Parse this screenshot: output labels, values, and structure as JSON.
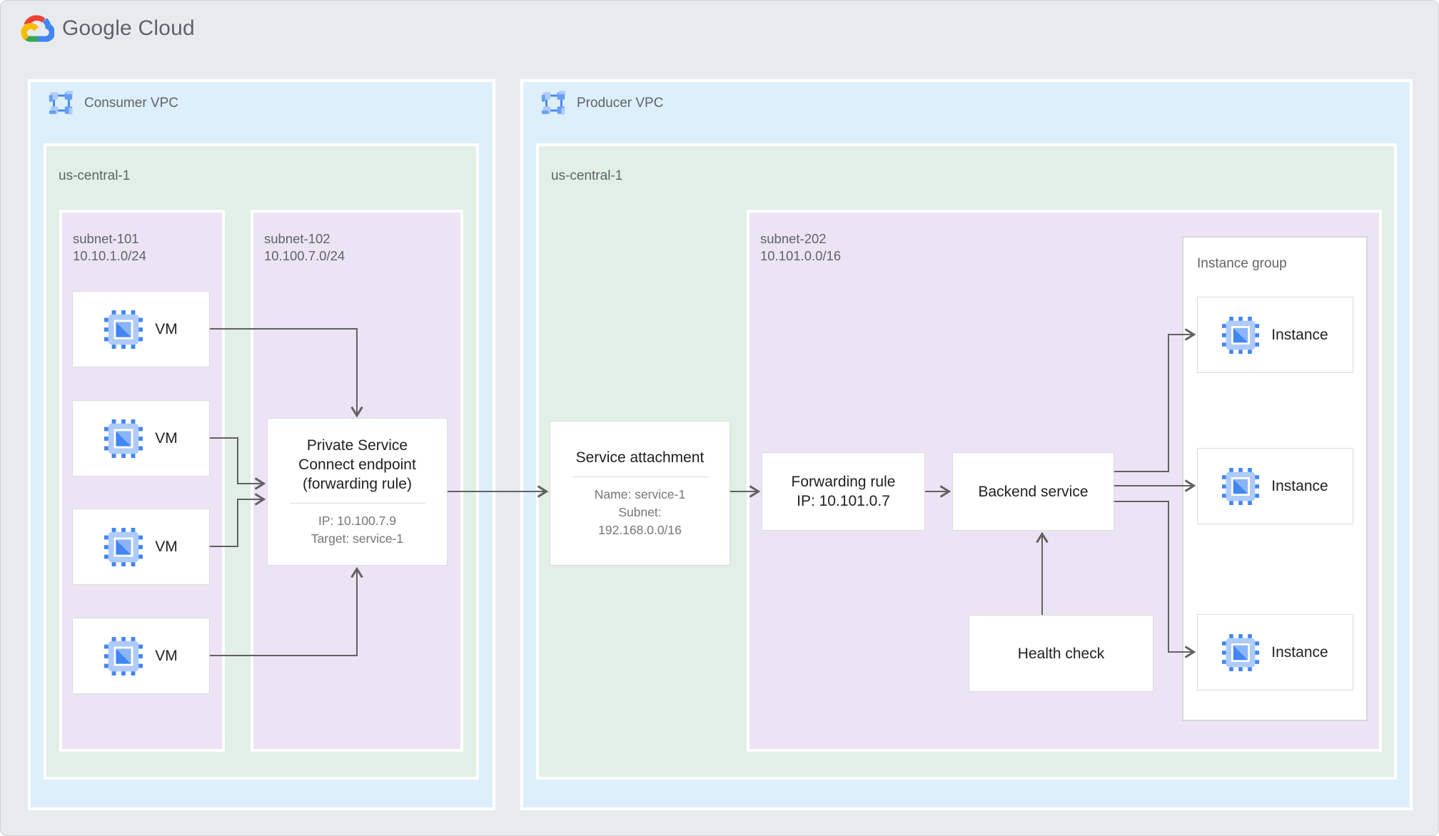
{
  "header": {
    "logo_text": "Google Cloud"
  },
  "colors": {
    "page_bg": "#e8ebee",
    "vpc_bg": "#ddeffa",
    "region_bg": "#e1efe6",
    "subnet_bg": "#ece4f5",
    "card_border": "#dadce0",
    "arrow": "#616161",
    "title_text": "#202124",
    "label_text": "#5f6368",
    "google_blue": "#4285f4",
    "google_red": "#ea4335",
    "google_yellow": "#fbbc05",
    "google_green": "#34a853",
    "icon_light_blue": "#aecbfa",
    "icon_mid_blue": "#669df6"
  },
  "consumer_vpc": {
    "label": "Consumer VPC",
    "region": {
      "label": "us-central-1",
      "subnet101": {
        "name": "subnet-101",
        "cidr": "10.10.1.0/24",
        "vms": [
          {
            "label": "VM"
          },
          {
            "label": "VM"
          },
          {
            "label": "VM"
          },
          {
            "label": "VM"
          }
        ]
      },
      "subnet102": {
        "name": "subnet-102",
        "cidr": "10.100.7.0/24",
        "psc_endpoint": {
          "title": "Private Service Connect endpoint (forwarding rule)",
          "ip": "IP: 10.100.7.9",
          "target": "Target: service-1"
        }
      }
    }
  },
  "producer_vpc": {
    "label": "Producer VPC",
    "region": {
      "label": "us-central-1",
      "service_attachment": {
        "title": "Service attachment",
        "name": "Name: service-1",
        "subnet_line1": "Subnet:",
        "subnet_line2": "192.168.0.0/16"
      },
      "subnet202": {
        "name": "subnet-202",
        "cidr": "10.101.0.0/16",
        "forwarding_rule": {
          "line1": "Forwarding rule",
          "line2": "IP: 10.101.0.7"
        },
        "backend_service": {
          "label": "Backend service"
        },
        "health_check": {
          "label": "Health check"
        },
        "instance_group": {
          "label": "Instance group",
          "instances": [
            {
              "label": "Instance"
            },
            {
              "label": "Instance"
            },
            {
              "label": "Instance"
            }
          ]
        }
      }
    }
  },
  "edges": [
    {
      "from": "vm-1",
      "to": "psc-endpoint"
    },
    {
      "from": "vm-2",
      "to": "psc-endpoint"
    },
    {
      "from": "vm-3",
      "to": "psc-endpoint"
    },
    {
      "from": "vm-4",
      "to": "psc-endpoint"
    },
    {
      "from": "psc-endpoint",
      "to": "service-attachment"
    },
    {
      "from": "service-attachment",
      "to": "forwarding-rule"
    },
    {
      "from": "forwarding-rule",
      "to": "backend-service"
    },
    {
      "from": "backend-service",
      "to": "instance-1"
    },
    {
      "from": "backend-service",
      "to": "instance-2"
    },
    {
      "from": "backend-service",
      "to": "instance-3"
    },
    {
      "from": "health-check",
      "to": "backend-service"
    }
  ]
}
